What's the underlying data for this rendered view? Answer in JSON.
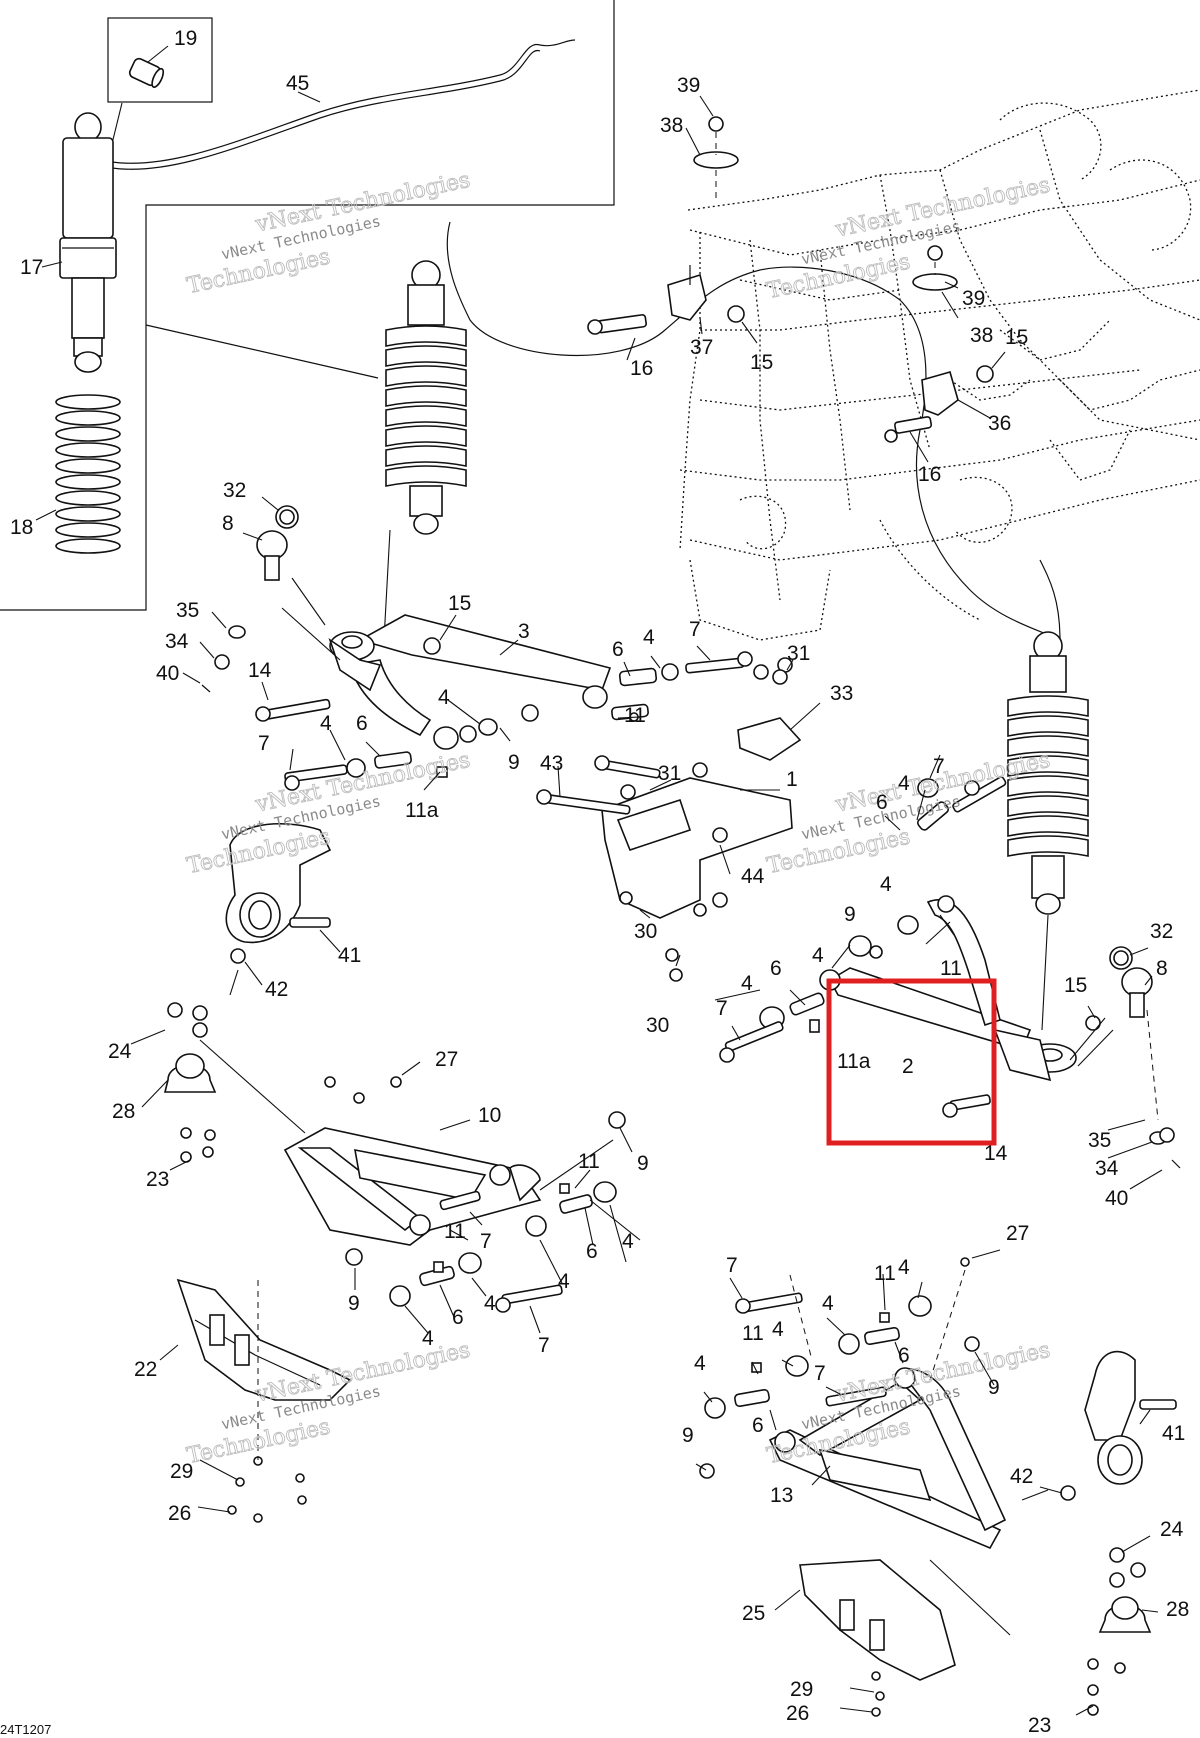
{
  "diagram_code": "24T1207",
  "watermark": {
    "line1": "vNext Technologies",
    "line2": "Technologies"
  },
  "highlight": {
    "color": "#e02020",
    "target_part": "2"
  },
  "callouts": [
    {
      "id": "c19",
      "text": "19"
    },
    {
      "id": "c45",
      "text": "45"
    },
    {
      "id": "c17",
      "text": "17"
    },
    {
      "id": "c18",
      "text": "18"
    },
    {
      "id": "c39a",
      "text": "39"
    },
    {
      "id": "c38a",
      "text": "38"
    },
    {
      "id": "c39b",
      "text": "39"
    },
    {
      "id": "c38b",
      "text": "38"
    },
    {
      "id": "c15a",
      "text": "15"
    },
    {
      "id": "c16a",
      "text": "16"
    },
    {
      "id": "c37",
      "text": "37"
    },
    {
      "id": "c15b",
      "text": "15"
    },
    {
      "id": "c36",
      "text": "36"
    },
    {
      "id": "c16b",
      "text": "16"
    },
    {
      "id": "c32a",
      "text": "32"
    },
    {
      "id": "c8a",
      "text": "8"
    },
    {
      "id": "c35a",
      "text": "35"
    },
    {
      "id": "c34a",
      "text": "34"
    },
    {
      "id": "c40a",
      "text": "40"
    },
    {
      "id": "c14a",
      "text": "14"
    },
    {
      "id": "c15c",
      "text": "15"
    },
    {
      "id": "c3",
      "text": "3"
    },
    {
      "id": "c6a",
      "text": "6"
    },
    {
      "id": "c4a",
      "text": "4"
    },
    {
      "id": "c7a",
      "text": "7"
    },
    {
      "id": "c31a",
      "text": "31"
    },
    {
      "id": "c33",
      "text": "33"
    },
    {
      "id": "c4b",
      "text": "4"
    },
    {
      "id": "c11a",
      "text": "11"
    },
    {
      "id": "c7b",
      "text": "7"
    },
    {
      "id": "c4c",
      "text": "4"
    },
    {
      "id": "c6b",
      "text": "6"
    },
    {
      "id": "c9a",
      "text": "9"
    },
    {
      "id": "c43",
      "text": "43"
    },
    {
      "id": "c31b",
      "text": "31"
    },
    {
      "id": "c1",
      "text": "1"
    },
    {
      "id": "c11aa",
      "text": "11a"
    },
    {
      "id": "c44",
      "text": "44"
    },
    {
      "id": "c30a",
      "text": "30"
    },
    {
      "id": "c7c",
      "text": "7"
    },
    {
      "id": "c4d",
      "text": "4"
    },
    {
      "id": "c6c",
      "text": "6"
    },
    {
      "id": "c4e",
      "text": "4"
    },
    {
      "id": "c9b",
      "text": "9"
    },
    {
      "id": "c41a",
      "text": "41"
    },
    {
      "id": "c42a",
      "text": "42"
    },
    {
      "id": "c4f",
      "text": "4"
    },
    {
      "id": "c11b",
      "text": "11"
    },
    {
      "id": "c32b",
      "text": "32"
    },
    {
      "id": "c8b",
      "text": "8"
    },
    {
      "id": "c4g",
      "text": "4"
    },
    {
      "id": "c6d",
      "text": "6"
    },
    {
      "id": "c30b",
      "text": "30"
    },
    {
      "id": "c7d",
      "text": "7"
    },
    {
      "id": "c15d",
      "text": "15"
    },
    {
      "id": "c11ab",
      "text": "11a"
    },
    {
      "id": "c2",
      "text": "2"
    },
    {
      "id": "c14b",
      "text": "14"
    },
    {
      "id": "c35b",
      "text": "35"
    },
    {
      "id": "c34b",
      "text": "34"
    },
    {
      "id": "c40b",
      "text": "40"
    },
    {
      "id": "c24a",
      "text": "24"
    },
    {
      "id": "c27a",
      "text": "27"
    },
    {
      "id": "c28a",
      "text": "28"
    },
    {
      "id": "c10",
      "text": "10"
    },
    {
      "id": "c9c",
      "text": "9"
    },
    {
      "id": "c23a",
      "text": "23"
    },
    {
      "id": "c11c",
      "text": "11"
    },
    {
      "id": "c11d",
      "text": "11"
    },
    {
      "id": "c7e",
      "text": "7"
    },
    {
      "id": "c6e",
      "text": "6"
    },
    {
      "id": "c4h",
      "text": "4"
    },
    {
      "id": "c4i",
      "text": "4"
    },
    {
      "id": "c9d",
      "text": "9"
    },
    {
      "id": "c6f",
      "text": "6"
    },
    {
      "id": "c4j",
      "text": "4"
    },
    {
      "id": "c4k",
      "text": "4"
    },
    {
      "id": "c7f",
      "text": "7"
    },
    {
      "id": "c22",
      "text": "22"
    },
    {
      "id": "c29a",
      "text": "29"
    },
    {
      "id": "c26a",
      "text": "26"
    },
    {
      "id": "c27b",
      "text": "27"
    },
    {
      "id": "c7g",
      "text": "7"
    },
    {
      "id": "c11e",
      "text": "11"
    },
    {
      "id": "c4l",
      "text": "4"
    },
    {
      "id": "c4m",
      "text": "4"
    },
    {
      "id": "c11f",
      "text": "11"
    },
    {
      "id": "c4n",
      "text": "4"
    },
    {
      "id": "c6g",
      "text": "6"
    },
    {
      "id": "c4o",
      "text": "4"
    },
    {
      "id": "c7h",
      "text": "7"
    },
    {
      "id": "c9e",
      "text": "9"
    },
    {
      "id": "c41b",
      "text": "41"
    },
    {
      "id": "c6h",
      "text": "6"
    },
    {
      "id": "c9f",
      "text": "9"
    },
    {
      "id": "c42b",
      "text": "42"
    },
    {
      "id": "c13",
      "text": "13"
    },
    {
      "id": "c24b",
      "text": "24"
    },
    {
      "id": "c28b",
      "text": "28"
    },
    {
      "id": "c25",
      "text": "25"
    },
    {
      "id": "c29b",
      "text": "29"
    },
    {
      "id": "c26b",
      "text": "26"
    },
    {
      "id": "c23b",
      "text": "23"
    }
  ]
}
